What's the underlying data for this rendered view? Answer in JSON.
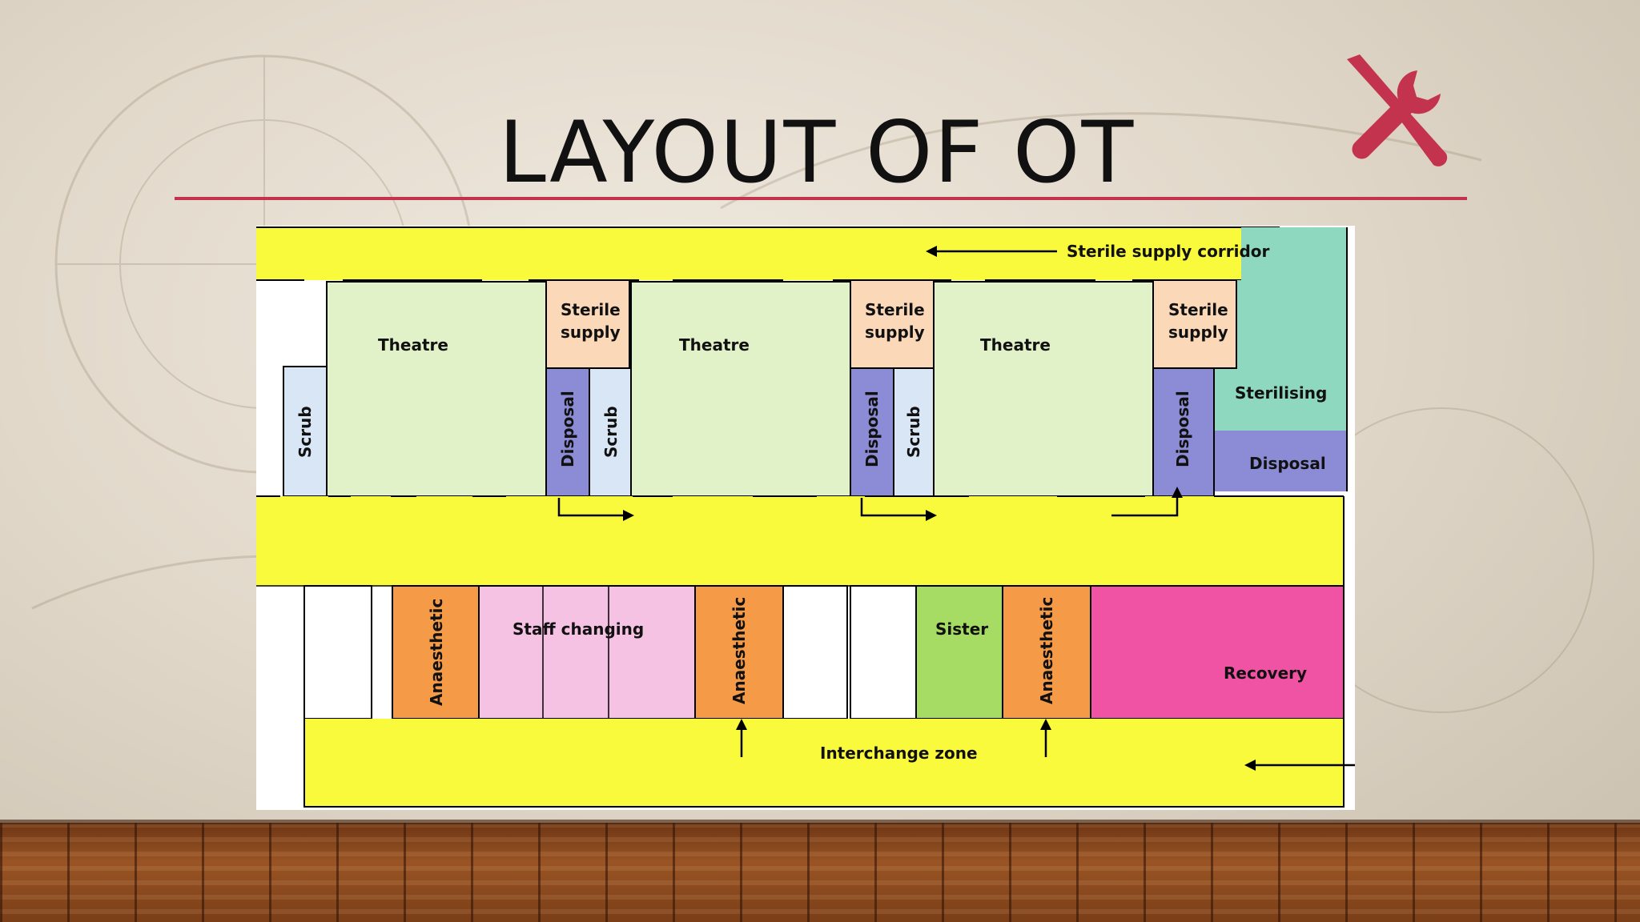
{
  "slide": {
    "title": "LAYOUT OF OT",
    "accent_color": "#c4334d",
    "icon": "tools-icon"
  },
  "diagram": {
    "labels": {
      "sterile_supply_corridor": "Sterile supply corridor",
      "theatre_1": "Theatre",
      "theatre_2": "Theatre",
      "theatre_3": "Theatre",
      "sterile_supply_1_line1": "Sterile",
      "sterile_supply_1_line2": "supply",
      "sterile_supply_2_line1": "Sterile",
      "sterile_supply_2_line2": "supply",
      "sterile_supply_3_line1": "Sterile",
      "sterile_supply_3_line2": "supply",
      "scrub_1": "Scrub",
      "scrub_2": "Scrub",
      "scrub_3": "Scrub",
      "disposal_1": "Disposal",
      "disposal_2": "Disposal",
      "disposal_3": "Disposal",
      "disposal_4": "Disposal",
      "sterilising": "Sterilising",
      "anaesthetic_1": "Anaesthetic",
      "anaesthetic_2": "Anaesthetic",
      "anaesthetic_3": "Anaesthetic",
      "staff_changing": "Staff changing",
      "sister": "Sister",
      "recovery": "Recovery",
      "interchange_zone": "Interchange zone"
    },
    "colors": {
      "corridor": "#fafa3c",
      "theatre": "#e2f2c8",
      "sterile_supply": "#fad8b8",
      "scrub": "#d8e6f5",
      "disposal": "#8c8cd6",
      "sterilising": "#8ed8c0",
      "anaesthetic": "#f59a46",
      "staff_changing": "#f6c2e4",
      "sister": "#a6dc64",
      "recovery": "#f052a4"
    }
  }
}
